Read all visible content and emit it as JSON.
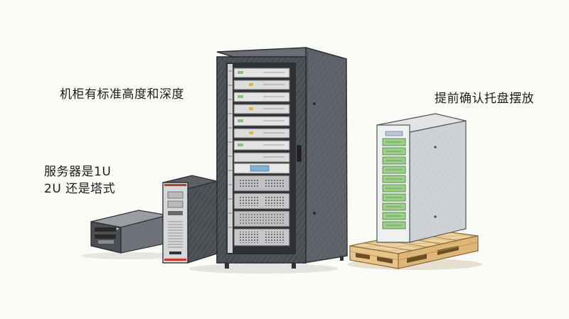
{
  "captions": {
    "rack_depth": "机柜有标准高度和深度",
    "server_form_line1": "服务器是1U",
    "server_form_line2": "2U 还是塔式",
    "pallet_check": "提前确认托盘摆放"
  },
  "colors": {
    "background": "#fbfbf8",
    "rack_body": "#5d6066",
    "rack_dark": "#3c3f44",
    "server_green": "#9ccf8a",
    "pallet_wood": "#e8c48a",
    "tower_red": "#c0392b",
    "display_blue": "#7fb4d9"
  },
  "icons": [
    "rack-cabinet-icon",
    "rack-server-icon",
    "tower-server-icon",
    "pallet-icon",
    "ups-cabinet-icon"
  ]
}
